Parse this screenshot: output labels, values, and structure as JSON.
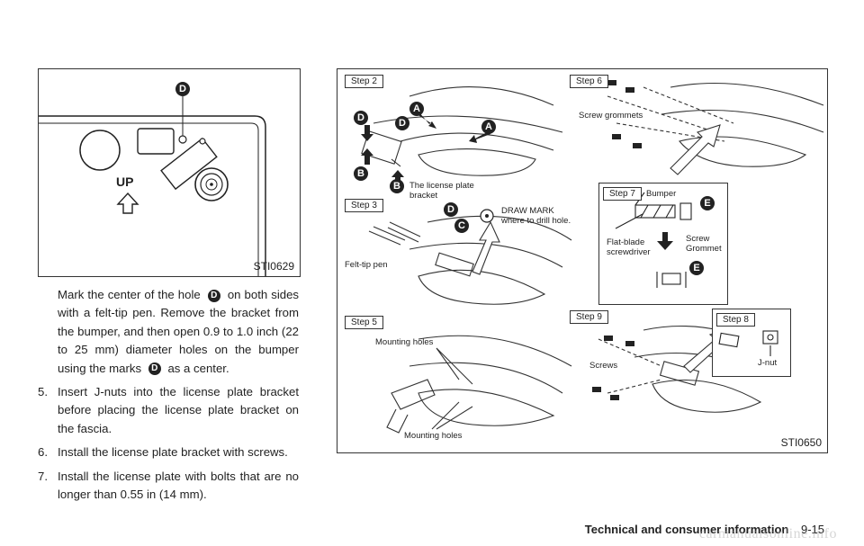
{
  "figure_left": {
    "code": "STI0629",
    "up_label": "UP",
    "marker": "D"
  },
  "instructions": {
    "intro_pre": "Mark the center of the hole",
    "intro_post": "on both sides with a felt-tip pen. Remove the bracket from the bumper, and then open 0.9 to 1.0 inch (22 to 25 mm) diameter holes on the bumper using the marks",
    "intro_end": "as a center.",
    "marker": "D",
    "steps": [
      {
        "num": "5.",
        "text": "Insert J-nuts into the license plate bracket before placing the license plate bracket on the fascia."
      },
      {
        "num": "6.",
        "text": "Install the license plate bracket with screws."
      },
      {
        "num": "7.",
        "text": "Install the license plate with bolts that are no longer than 0.55 in (14 mm)."
      }
    ]
  },
  "figure_right": {
    "code": "STI0650",
    "step2": "Step 2",
    "step3": "Step 3",
    "step5": "Step 5",
    "step6": "Step 6",
    "step7": "Step 7",
    "step8": "Step 8",
    "step9": "Step 9",
    "bracket_label": "The license plate\nbracket",
    "draw_mark": "DRAW MARK\nwhere to drill hole.",
    "felt_tip": "Felt-tip pen",
    "mounting_holes_top": "Mounting holes",
    "mounting_holes_bottom": "Mounting holes",
    "screw_grommets": "Screw grommets",
    "bumper": "Bumper",
    "flat_blade": "Flat-blade\nscrewdriver",
    "screw_grommet": "Screw\nGrommet",
    "screws": "Screws",
    "jnut": "J-nut",
    "badge_a": "A",
    "badge_b": "B",
    "badge_c": "C",
    "badge_d": "D",
    "badge_e": "E"
  },
  "footer": {
    "section": "Technical and consumer information",
    "page": "9-15"
  },
  "watermark": "carmanualsonline.info"
}
